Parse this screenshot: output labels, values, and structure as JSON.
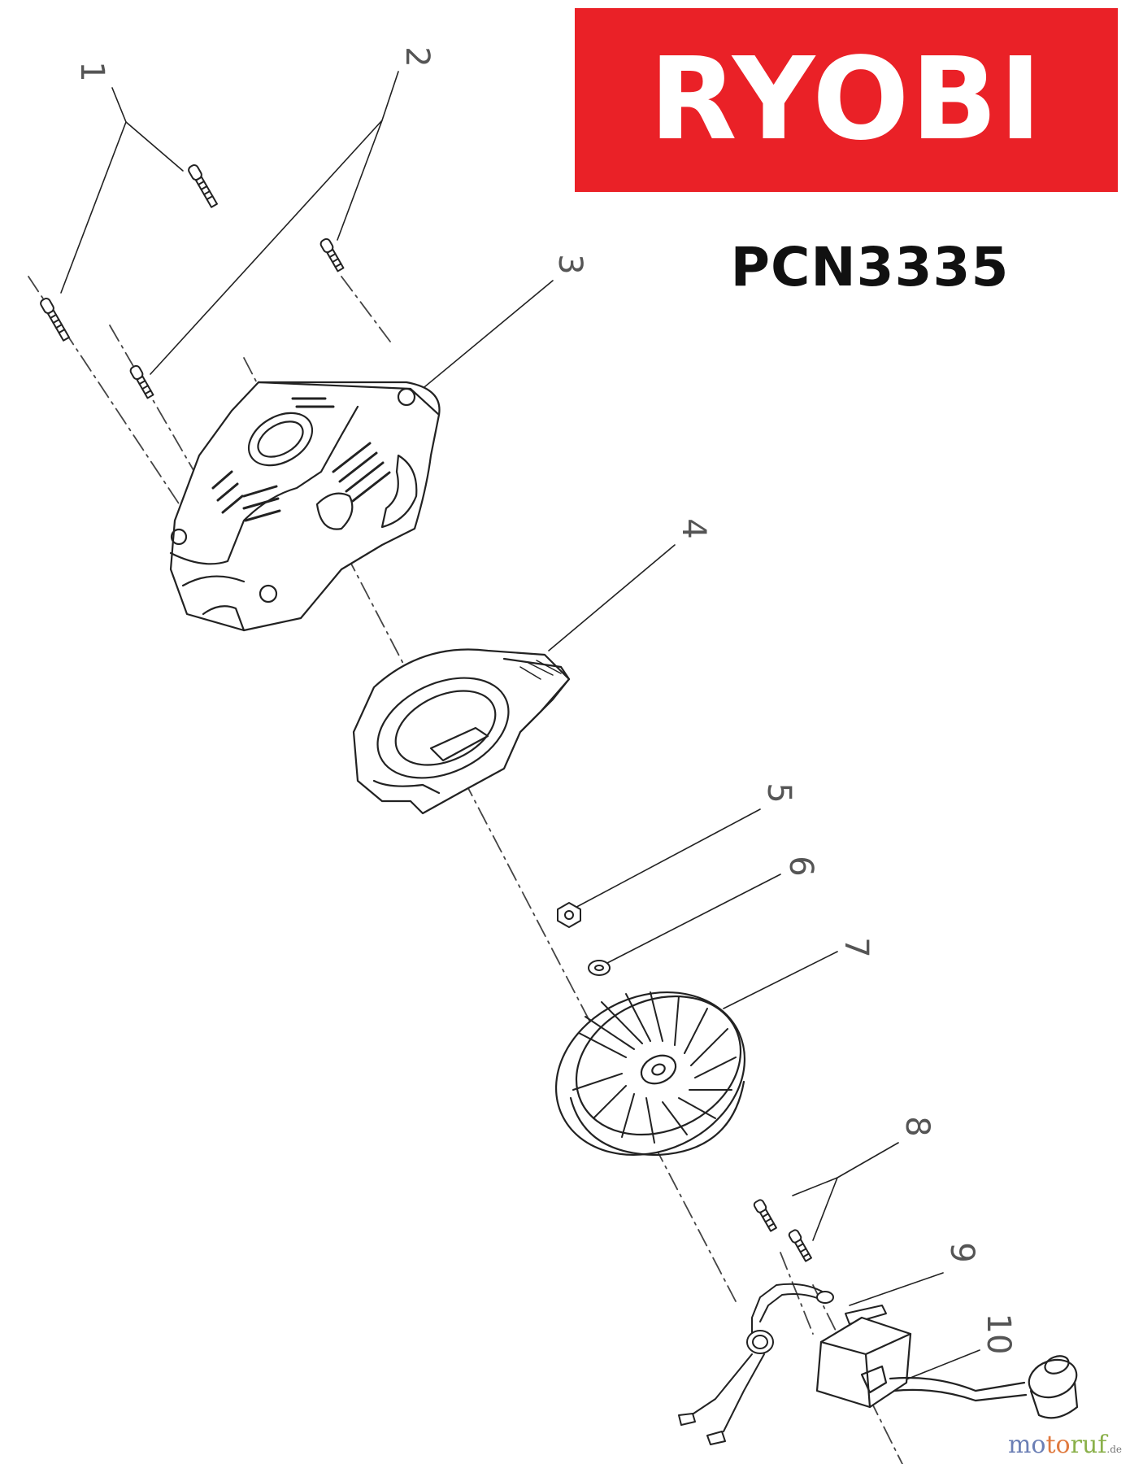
{
  "brand": {
    "logo_text": "RYOBI",
    "color": "#ea2127"
  },
  "model": "PCN3335",
  "watermark": {
    "main": "motoruf",
    "suffix": ".de"
  },
  "callouts": [
    "1",
    "2",
    "3",
    "4",
    "5",
    "6",
    "7",
    "8",
    "9",
    "10"
  ],
  "colors": {
    "line": "#222222",
    "callout_text": "#555555"
  }
}
